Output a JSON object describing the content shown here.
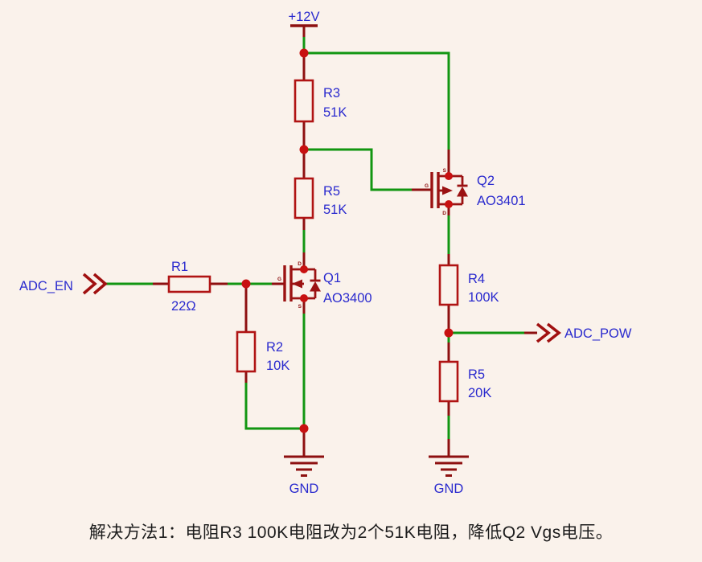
{
  "colors": {
    "background": "#faf2eb",
    "wire_green": "#119611",
    "component_red": "#b01414",
    "junction_red": "#c81111",
    "label_blue": "#2a2ace",
    "caption_text": "#1c1c1c"
  },
  "power": {
    "label": "+12V"
  },
  "ports": {
    "adc_en": {
      "label": "ADC_EN"
    },
    "adc_pow": {
      "label": "ADC_POW"
    }
  },
  "components": {
    "r1": {
      "ref": "R1",
      "value": "22Ω"
    },
    "r2": {
      "ref": "R2",
      "value": "10K"
    },
    "r3": {
      "ref": "R3",
      "value": "51K"
    },
    "r5_upper": {
      "ref": "R5",
      "value": "51K"
    },
    "r4": {
      "ref": "R4",
      "value": "100K"
    },
    "r5_lower": {
      "ref": "R5",
      "value": "20K"
    },
    "q1": {
      "ref": "Q1",
      "part": "AO3400",
      "pins": {
        "top": "D",
        "gate": "G",
        "bottom": "S"
      }
    },
    "q2": {
      "ref": "Q2",
      "part": "AO3401",
      "pins": {
        "top": "S",
        "gate": "G",
        "bottom": "D"
      }
    }
  },
  "grounds": {
    "left": {
      "label": "GND"
    },
    "right": {
      "label": "GND"
    }
  },
  "caption": {
    "text": "解决方法1：电阻R3 100K电阻改为2个51K电阻，降低Q2 Vgs电压。"
  }
}
